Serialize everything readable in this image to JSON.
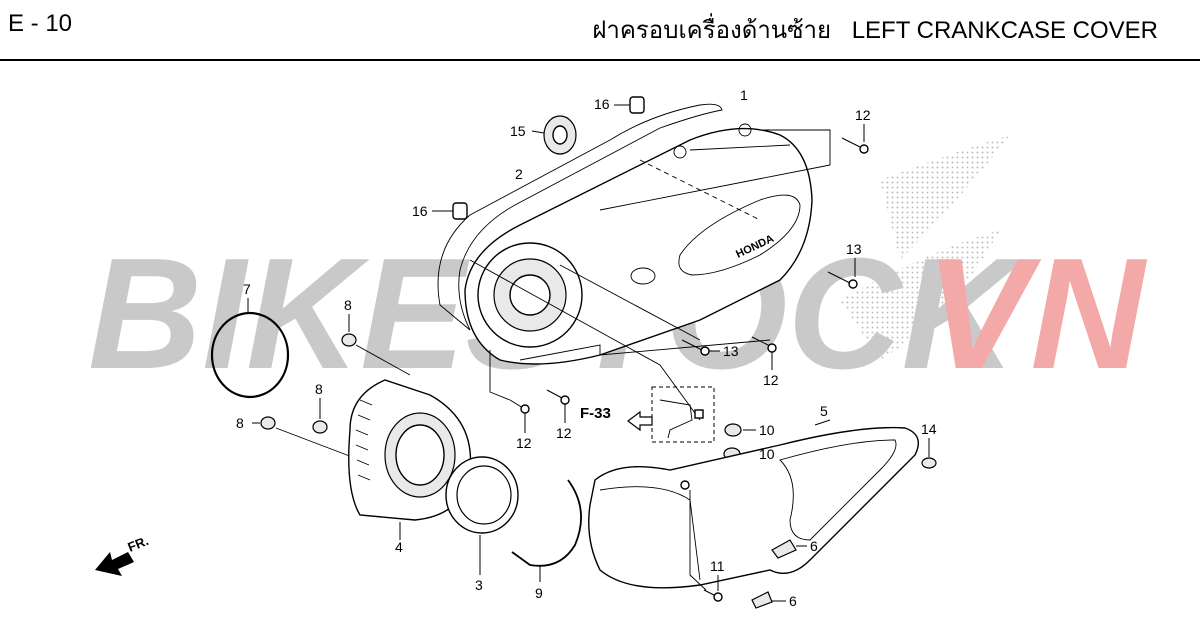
{
  "header": {
    "page_code": "E - 10",
    "title_thai": "ฝาครอบเครื่องด้านซ้าย",
    "title_en": "LEFT CRANKCASE COVER"
  },
  "watermark": {
    "text_part1": "BIKESTOCK",
    "text_part2": "VN",
    "color_gray": "#c9c9c9",
    "color_red": "#f4a9a9"
  },
  "reference": {
    "label": "F-33"
  },
  "direction": {
    "label": "FR."
  },
  "callouts": {
    "c1": "1",
    "c2": "2",
    "c3": "3",
    "c4": "4",
    "c5": "5",
    "c6a": "6",
    "c6b": "6",
    "c7": "7",
    "c8a": "8",
    "c8b": "8",
    "c8c": "8",
    "c9": "9",
    "c10a": "10",
    "c10b": "10",
    "c11": "11",
    "c12a": "12",
    "c12b": "12",
    "c12c": "12",
    "c12d": "12",
    "c13a": "13",
    "c13b": "13",
    "c14": "14",
    "c15": "15",
    "c16a": "16",
    "c16b": "16"
  },
  "cover_logo": {
    "text": "HONDA"
  }
}
